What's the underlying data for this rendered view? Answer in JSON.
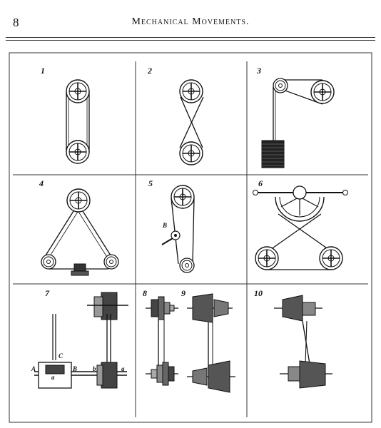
{
  "header": {
    "page_number": "8",
    "title": "Mechanical Movements."
  },
  "figures": [
    {
      "label": "1"
    },
    {
      "label": "2"
    },
    {
      "label": "3"
    },
    {
      "label": "4"
    },
    {
      "label": "5"
    },
    {
      "label": "6"
    },
    {
      "label": "7"
    },
    {
      "label": "8"
    },
    {
      "label": "9"
    },
    {
      "label": "10"
    }
  ],
  "annotations": {
    "fig5_b": "B",
    "fig7_c": "C",
    "fig7_A": "A",
    "fig7_a1": "a",
    "fig7_B": "B",
    "fig7_b": "b",
    "fig7_a2": "a"
  }
}
